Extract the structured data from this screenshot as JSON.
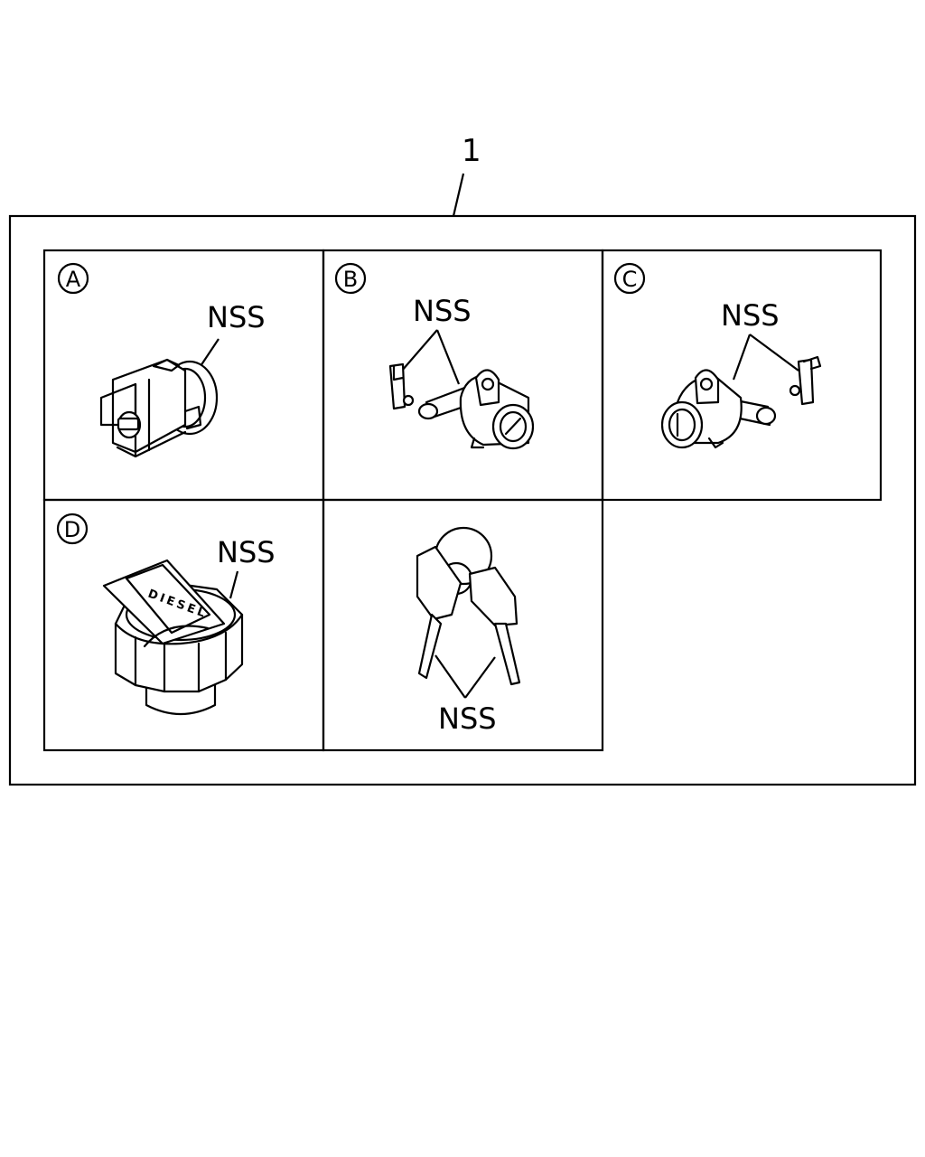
{
  "callout": "1",
  "panels": [
    {
      "letter": "A",
      "nss": "NSS"
    },
    {
      "letter": "B",
      "nss": "NSS"
    },
    {
      "letter": "C",
      "nss": "NSS"
    },
    {
      "letter": "D",
      "nss": "NSS",
      "cap_text": "DIESEL"
    },
    {
      "nss": "NSS"
    }
  ]
}
